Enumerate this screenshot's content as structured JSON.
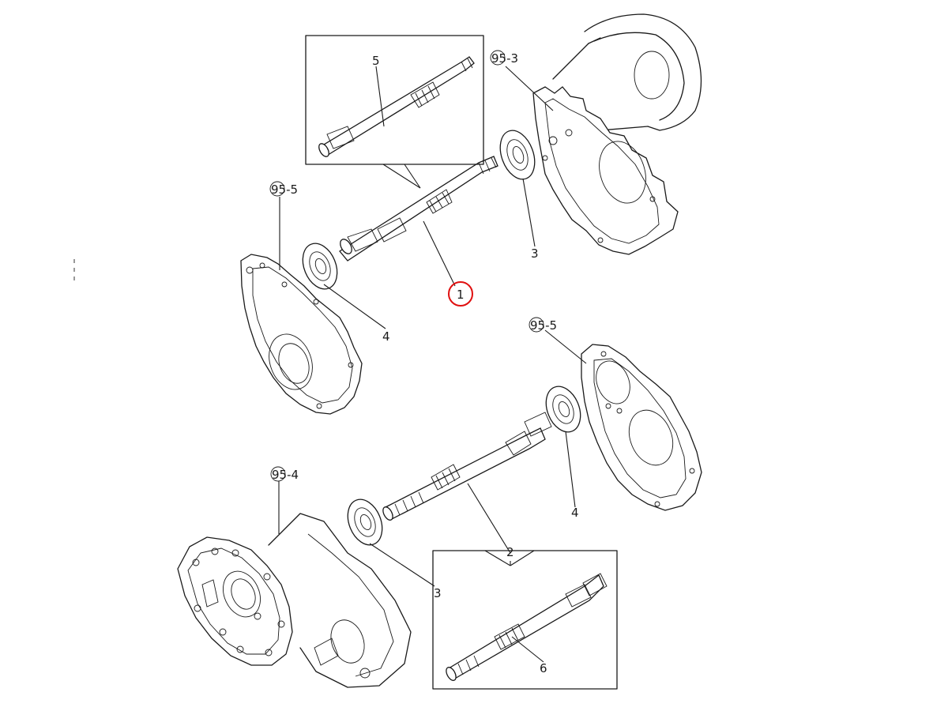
{
  "diagram": {
    "callouts": {
      "ref_95_3": "95-3",
      "ref_95_5_upper": "95-5",
      "ref_95_5_lower": "95-5",
      "ref_95_4": "95-4",
      "part_1": "1",
      "part_2": "2",
      "part_3_upper": "3",
      "part_3_lower": "3",
      "part_4_upper": "4",
      "part_4_lower": "4",
      "part_5": "5",
      "part_6": "6"
    },
    "selected_part": "1",
    "colors": {
      "line": "#1a1a1a",
      "selection": "#e01010",
      "background": "#ffffff"
    }
  }
}
